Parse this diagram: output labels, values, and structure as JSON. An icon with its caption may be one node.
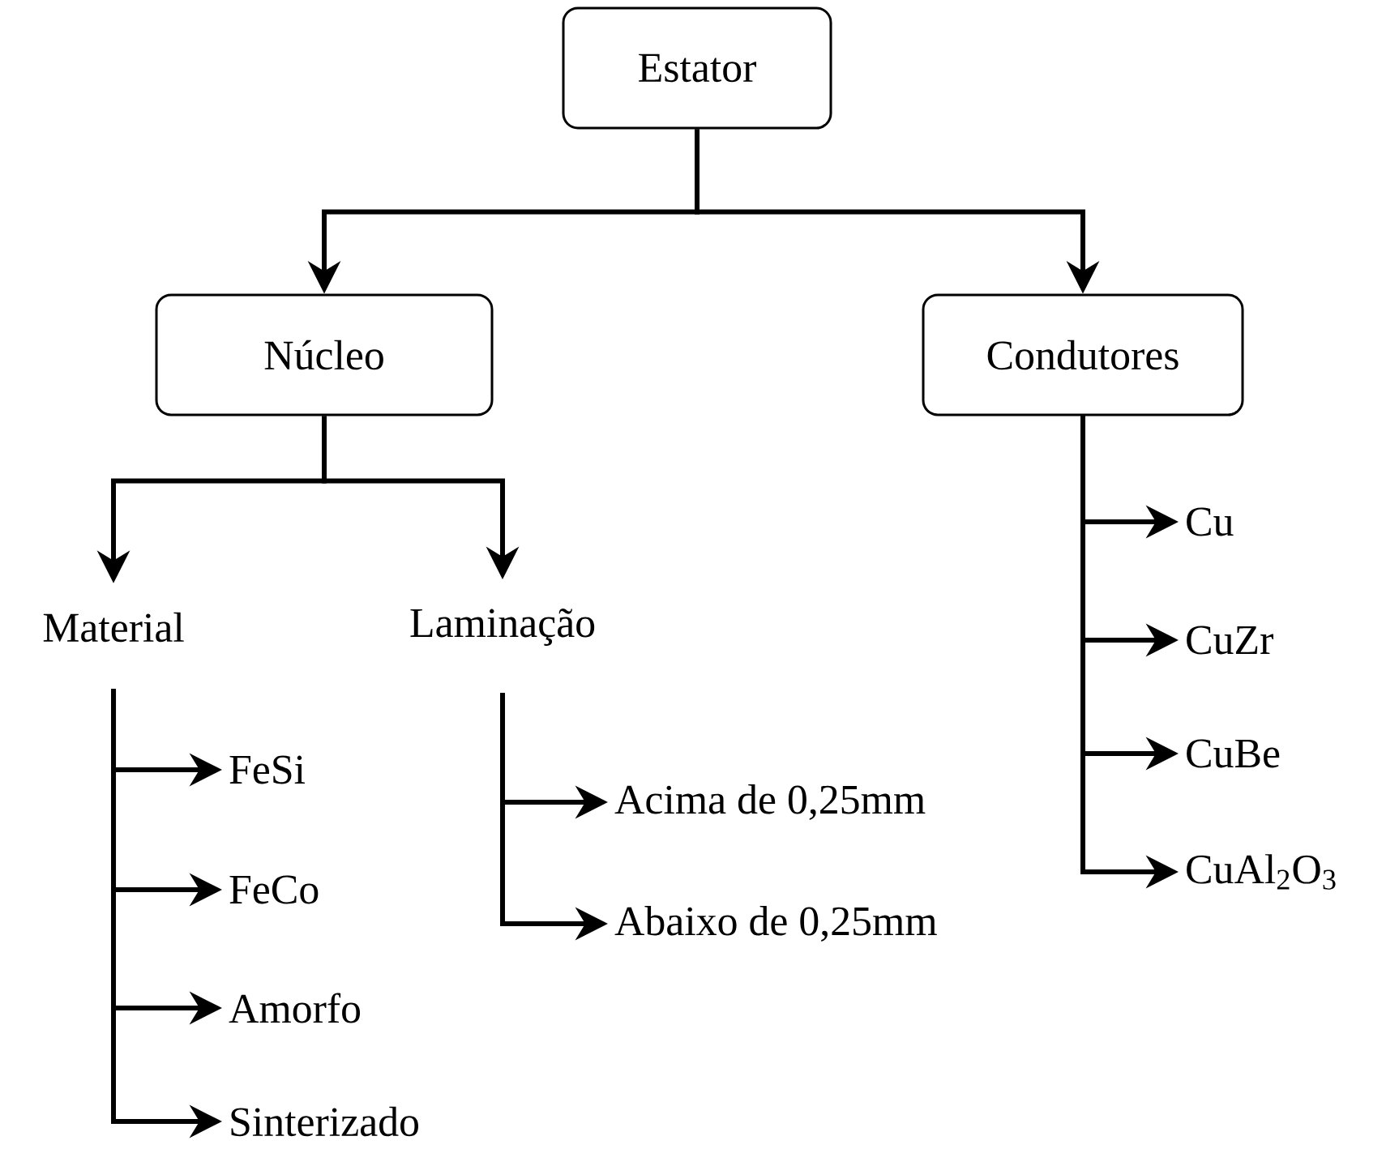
{
  "diagram": {
    "nodes": [
      {
        "text": [
          "Estator"
        ]
      },
      {
        "text": [
          "Núcleo"
        ]
      },
      {
        "text": [
          "Condutores"
        ]
      },
      {
        "text": [
          "Material"
        ]
      },
      {
        "text": [
          "Laminação"
        ]
      },
      {
        "text": [
          "FeSi"
        ]
      },
      {
        "text": [
          "FeCo"
        ]
      },
      {
        "text": [
          "Amorfo"
        ]
      },
      {
        "text": [
          "Sinterizado"
        ]
      },
      {
        "text": [
          "Acima de 0,25mm"
        ]
      },
      {
        "text": [
          "Abaixo de 0,25mm"
        ]
      },
      {
        "text": [
          "Cu"
        ]
      },
      {
        "text": [
          "CuZr"
        ]
      },
      {
        "text": [
          "CuBe"
        ]
      },
      {
        "text": [
          "CuAl$_{2}$O$_{3}$"
        ]
      }
    ],
    "edges": [
      {
        "from": 0,
        "to": 1,
        "arrow": "to"
      },
      {
        "from": 0,
        "to": 2,
        "arrow": "to"
      },
      {
        "from": 1,
        "to": 3,
        "arrow": "to"
      },
      {
        "from": 1,
        "to": 4,
        "arrow": "to"
      },
      {
        "from": 3,
        "to": 5,
        "arrow": "to"
      },
      {
        "from": 3,
        "to": 6,
        "arrow": "to"
      },
      {
        "from": 3,
        "to": 7,
        "arrow": "to"
      },
      {
        "from": 3,
        "to": 8,
        "arrow": "to"
      },
      {
        "from": 4,
        "to": 9,
        "arrow": "to"
      },
      {
        "from": 4,
        "to": 10,
        "arrow": "to"
      },
      {
        "from": 2,
        "to": 11,
        "arrow": "to"
      },
      {
        "from": 2,
        "to": 12,
        "arrow": "to"
      },
      {
        "from": 2,
        "to": 13,
        "arrow": "to"
      },
      {
        "from": 2,
        "to": 14,
        "arrow": "to"
      }
    ]
  }
}
